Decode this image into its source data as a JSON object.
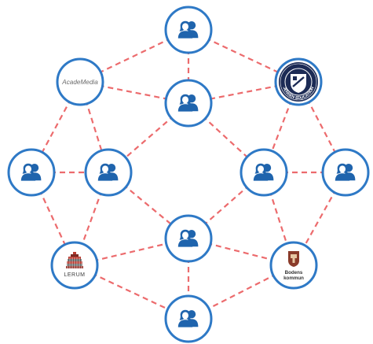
{
  "colors": {
    "edge": "#ec6b6d",
    "ring": "#2e79c6",
    "people_icon": "#1f64ad",
    "jensen_navy": "#1c2b55",
    "lerum_red": "#b83a30",
    "bodens_brown": "#8a3b2a"
  },
  "nodes": [
    {
      "id": "user-top",
      "kind": "user",
      "icon": "people-icon"
    },
    {
      "id": "academedia",
      "kind": "org",
      "label": "AcadeMedia",
      "icon": "academedia-logo"
    },
    {
      "id": "jensen",
      "kind": "org",
      "label": "JENSEN EDUCATION",
      "icon": "jensen-education-logo"
    },
    {
      "id": "user-center",
      "kind": "user",
      "icon": "people-icon"
    },
    {
      "id": "user-left",
      "kind": "user",
      "icon": "people-icon"
    },
    {
      "id": "user-midleft",
      "kind": "user",
      "icon": "people-icon"
    },
    {
      "id": "user-midright",
      "kind": "user",
      "icon": "people-icon"
    },
    {
      "id": "user-right",
      "kind": "user",
      "icon": "people-icon"
    },
    {
      "id": "lerum",
      "kind": "org",
      "label": "LERUM",
      "icon": "lerum-logo"
    },
    {
      "id": "user-lowcenter",
      "kind": "user",
      "icon": "people-icon"
    },
    {
      "id": "bodens",
      "kind": "org",
      "label_lines": [
        "Bodens",
        "kommun"
      ],
      "icon": "bodens-kommun-logo"
    },
    {
      "id": "user-bottom",
      "kind": "user",
      "icon": "people-icon"
    }
  ],
  "edges": [
    [
      "user-top",
      "academedia"
    ],
    [
      "user-top",
      "jensen"
    ],
    [
      "user-top",
      "user-center"
    ],
    [
      "academedia",
      "user-center"
    ],
    [
      "academedia",
      "user-left"
    ],
    [
      "academedia",
      "user-midleft"
    ],
    [
      "jensen",
      "user-center"
    ],
    [
      "jensen",
      "user-midright"
    ],
    [
      "jensen",
      "user-right"
    ],
    [
      "user-center",
      "user-midleft"
    ],
    [
      "user-center",
      "user-midright"
    ],
    [
      "user-left",
      "user-midleft"
    ],
    [
      "user-left",
      "lerum"
    ],
    [
      "user-midleft",
      "lerum"
    ],
    [
      "user-midleft",
      "user-lowcenter"
    ],
    [
      "user-midright",
      "user-right"
    ],
    [
      "user-midright",
      "user-lowcenter"
    ],
    [
      "user-midright",
      "bodens"
    ],
    [
      "user-right",
      "bodens"
    ],
    [
      "lerum",
      "user-lowcenter"
    ],
    [
      "lerum",
      "user-bottom"
    ],
    [
      "user-lowcenter",
      "bodens"
    ],
    [
      "user-lowcenter",
      "user-bottom"
    ],
    [
      "bodens",
      "user-bottom"
    ]
  ]
}
